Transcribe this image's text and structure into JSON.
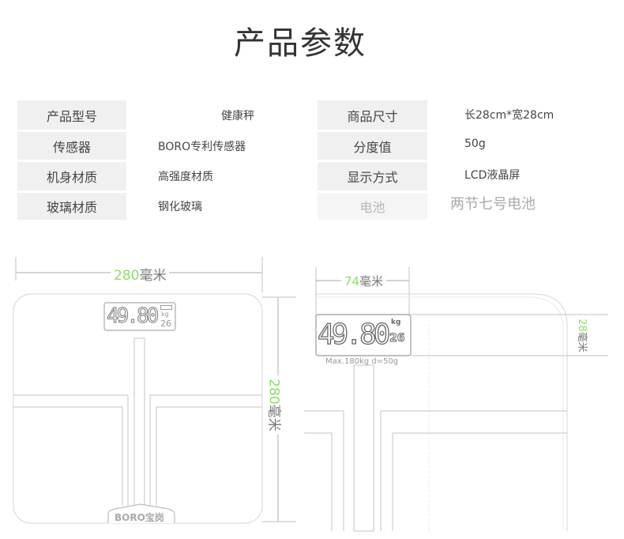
{
  "title": "产品参数",
  "specs": {
    "left": [
      {
        "label": "产品型号",
        "value": "健康秤"
      },
      {
        "label": "传感器",
        "value": "BORO专利传感器"
      },
      {
        "label": "机身材质",
        "value": "高强度材质"
      },
      {
        "label": "玻璃材质",
        "value": "钢化玻璃"
      }
    ],
    "right": [
      {
        "label": "商品尺寸",
        "value": "长28cm*宽28cm"
      },
      {
        "label": "分度值",
        "value": "50g"
      },
      {
        "label": "显示方式",
        "value": "LCD液晶屏"
      },
      {
        "label": "电池",
        "value": "两节七号电池"
      }
    ]
  },
  "diagram_front": {
    "width_num": "280",
    "width_unit": "毫米",
    "height_num": "280",
    "height_unit": "毫米",
    "display_weight": "49.80",
    "display_unit": "kg",
    "display_temp": "26",
    "logo": "BORO宝岗"
  },
  "diagram_detail": {
    "display_width_num": "74",
    "display_width_unit": "毫米",
    "display_height_num": "28",
    "display_height_unit": "毫米",
    "display_weight": "49.80",
    "display_unit": "kg",
    "display_temp": "26",
    "capacity": "Max.180kg d=50g"
  },
  "colors": {
    "accent": "#8cdc6c",
    "cell_bg": "#f0f0f0",
    "line": "#c8c8c8"
  }
}
